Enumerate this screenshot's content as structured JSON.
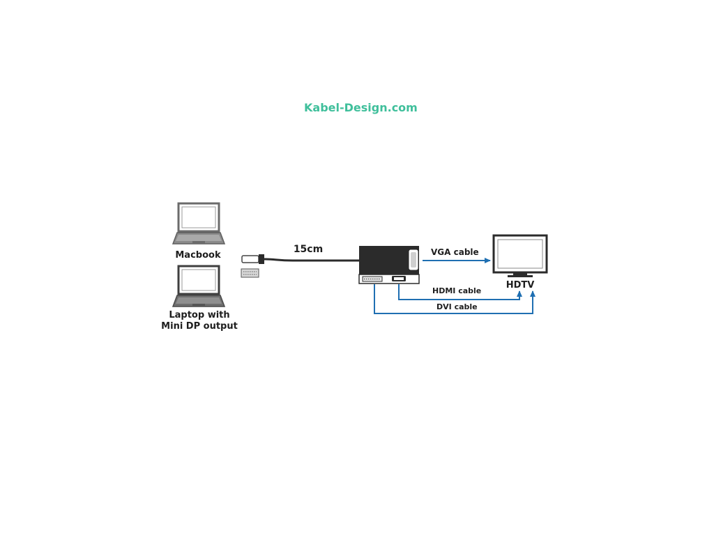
{
  "watermark": "Kabel-Design.com",
  "devices": {
    "macbook_label": "Macbook",
    "laptop_label_line1": "Laptop with",
    "laptop_label_line2": "Mini DP output"
  },
  "adapter": {
    "cable_length": "15cm"
  },
  "outputs": {
    "vga_cable": "VGA cable",
    "hdmi_cable": "HDMI cable",
    "dvi_cable": "DVI cable"
  },
  "display": {
    "label": "HDTV"
  },
  "colors": {
    "watermark": "#3fbf9b",
    "arrow": "#1f6fb2",
    "device_outline": "#6b6b6b",
    "adapter_body": "#2b2b2b"
  }
}
